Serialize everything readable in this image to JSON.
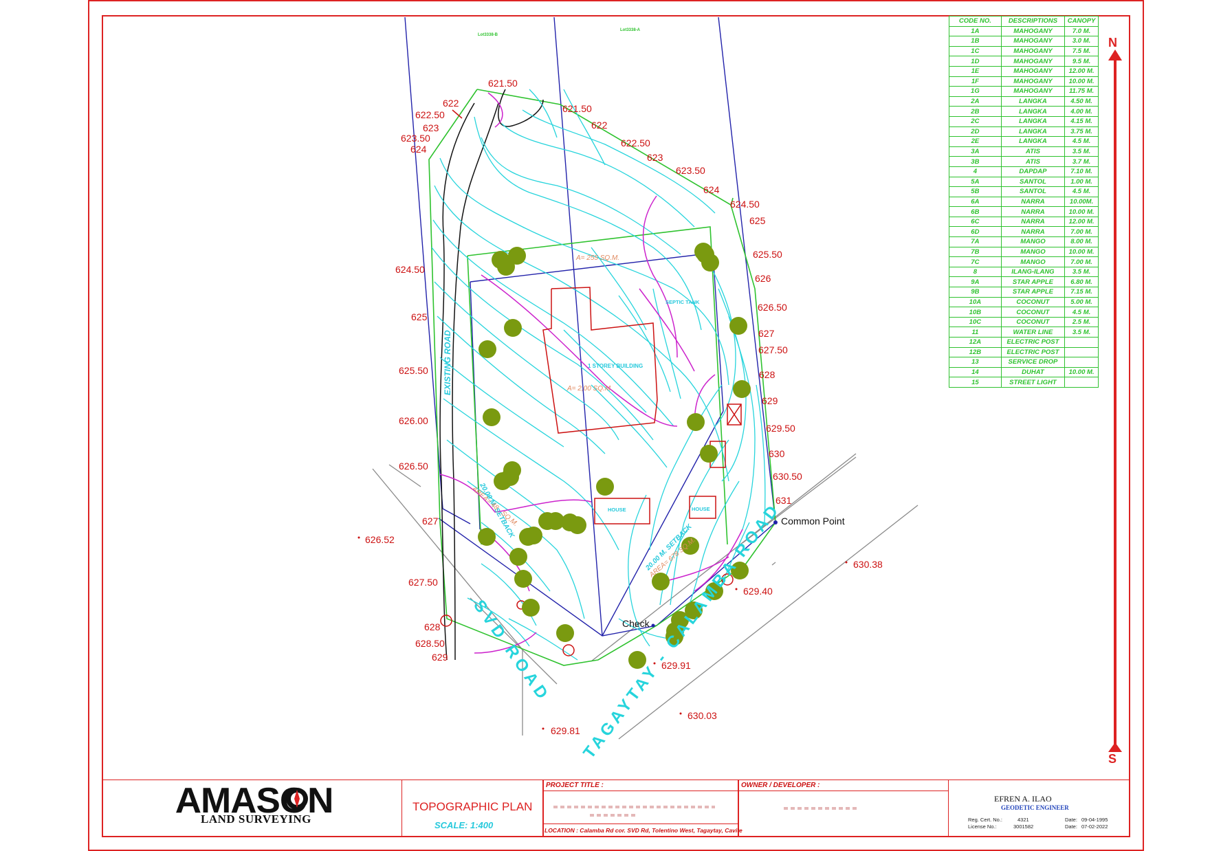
{
  "sheet": {
    "plan_title": "TOPOGRAPHIC PLAN",
    "scale": "SCALE: 1:400",
    "project_title_label": "PROJECT TITLE :",
    "owner_label": "OWNER / DEVELOPER :",
    "location": "LOCATION : Calamba Rd cor. SVD Rd, Tolentino West, Tagaytay, Cavite",
    "logo_main": "AMASON",
    "logo_sub": "LAND SURVEYING",
    "engineer_name": "EFREN A. ILAO",
    "engineer_title": "GEODETIC ENGINEER",
    "reg_cert_label": "Reg. Cert. No.:",
    "reg_cert_no": "4321",
    "license_label": "License No.:",
    "license_no": "3001582",
    "date1_label": "Date:",
    "date1": "09-04-1995",
    "date2_label": "Date:",
    "date2": "07-02-2022",
    "north": "N",
    "south": "S"
  },
  "table": {
    "headers": [
      "CODE NO.",
      "DESCRIPTIONS",
      "CANOPY"
    ],
    "rows": [
      [
        "1A",
        "MAHOGANY",
        "7.0 M."
      ],
      [
        "1B",
        "MAHOGANY",
        "3.0 M."
      ],
      [
        "1C",
        "MAHOGANY",
        "7.5 M."
      ],
      [
        "1D",
        "MAHOGANY",
        "9.5 M."
      ],
      [
        "1E",
        "MAHOGANY",
        "12.00 M."
      ],
      [
        "1F",
        "MAHOGANY",
        "10.00 M."
      ],
      [
        "1G",
        "MAHOGANY",
        "11.75 M."
      ],
      [
        "2A",
        "LANGKA",
        "4.50 M."
      ],
      [
        "2B",
        "LANGKA",
        "4.00 M."
      ],
      [
        "2C",
        "LANGKA",
        "4.15 M."
      ],
      [
        "2D",
        "LANGKA",
        "3.75 M."
      ],
      [
        "2E",
        "LANGKA",
        "4.5 M."
      ],
      [
        "3A",
        "ATIS",
        "3.5 M."
      ],
      [
        "3B",
        "ATIS",
        "3.7 M."
      ],
      [
        "4",
        "DAPDAP",
        "7.10 M."
      ],
      [
        "5A",
        "SANTOL",
        "1.00 M."
      ],
      [
        "5B",
        "SANTOL",
        "4.5 M."
      ],
      [
        "6A",
        "NARRA",
        "10.00M."
      ],
      [
        "6B",
        "NARRA",
        "10.00 M."
      ],
      [
        "6C",
        "NARRA",
        "12.00 M."
      ],
      [
        "6D",
        "NARRA",
        "7.00 M."
      ],
      [
        "7A",
        "MANGO",
        "8.00 M."
      ],
      [
        "7B",
        "MANGO",
        "10.00 M."
      ],
      [
        "7C",
        "MANGO",
        "7.00 M."
      ],
      [
        "8",
        "ILANG-ILANG",
        "3.5 M."
      ],
      [
        "9A",
        "STAR APPLE",
        "6.80 M."
      ],
      [
        "9B",
        "STAR APPLE",
        "7.15 M."
      ],
      [
        "10A",
        "COCONUT",
        "5.00 M."
      ],
      [
        "10B",
        "COCONUT",
        "4.5 M."
      ],
      [
        "10C",
        "COCONUT",
        "2.5 M."
      ],
      [
        "11",
        "WATER LINE",
        "3.5 M."
      ],
      [
        "12A",
        "ELECTRIC POST",
        ""
      ],
      [
        "12B",
        "ELECTRIC POST",
        ""
      ],
      [
        "13",
        "SERVICE DROP",
        ""
      ],
      [
        "14",
        "DUHAT",
        "10.00 M."
      ],
      [
        "15",
        "STREET LIGHT",
        ""
      ]
    ]
  },
  "labels": {
    "existing_road": "EXISTING ROAD",
    "svd_road": "SVD ROAD",
    "tagaytay_road": "TAGAYTAY - CALAMBA ROAD",
    "building": "1 STOREY BUILDING",
    "building_area": "A= 2,00 SQ.M.",
    "area_top": "A= 255 SQ.M.",
    "septic": "SEPTIC TANK",
    "house1": "HOUSE",
    "house2": "HOUSE",
    "setback1": "20.00 M. SETBACK",
    "setback1_area": "AREA= 48_ SQ.M.",
    "setback2": "20.00 M. SETBACK",
    "setback2_area": "AREA= 678 SQ.M.",
    "common_point": "Common Point",
    "check": "Check",
    "lot_a": "Lot3338-B",
    "lot_b": "Lot3338-A"
  },
  "elevations": [
    "621.50",
    "622",
    "622.50",
    "623",
    "623.50",
    "624",
    "621.50",
    "622",
    "622.50",
    "623",
    "623.50",
    "624",
    "624.50",
    "625",
    "625.50",
    "626",
    "626.50",
    "627",
    "627.50",
    "628",
    "629",
    "629.50",
    "630",
    "630.50",
    "631",
    "624.50",
    "625",
    "625.50",
    "626.00",
    "626.50",
    "627",
    "627.50",
    "628",
    "628.50",
    "629",
    "626.52",
    "630.38",
    "629.40",
    "629.91",
    "630.03",
    "629.81"
  ],
  "colors": {
    "frame": "#dd2222",
    "contour": "#26d4dc",
    "contour_major": "#cc22cc",
    "boundary": "#2ec22e",
    "lot_line": "#2222aa",
    "tree": "#7a9a10",
    "elev_text": "#cc1111"
  }
}
